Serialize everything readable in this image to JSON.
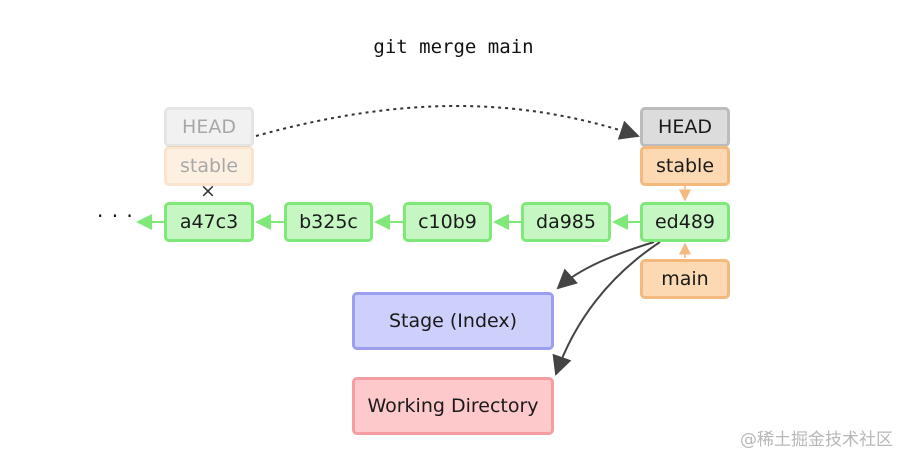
{
  "command": "git merge main",
  "ellipsis": "· · ·",
  "old_refs": {
    "head": "HEAD",
    "branch": "stable"
  },
  "new_refs": {
    "head": "HEAD",
    "branch": "stable"
  },
  "commits": [
    "a47c3",
    "b325c",
    "c10b9",
    "da985",
    "ed489"
  ],
  "main_branch": "main",
  "stage_label": "Stage (Index)",
  "working_label": "Working Directory",
  "removed_marker": "×",
  "watermark": "@稀土掘金技术社区",
  "colors": {
    "commit_fill": "#c6f7c3",
    "commit_border": "#7ee879",
    "branch_fill": "#fcd9b2",
    "branch_border": "#f3b97d",
    "head_fill": "#dcdcdc",
    "head_border": "#bcbcbc",
    "stage_fill": "#cdd0fb",
    "stage_border": "#9c9ff0",
    "working_fill": "#fdc9cb",
    "working_border": "#f49ea3"
  }
}
